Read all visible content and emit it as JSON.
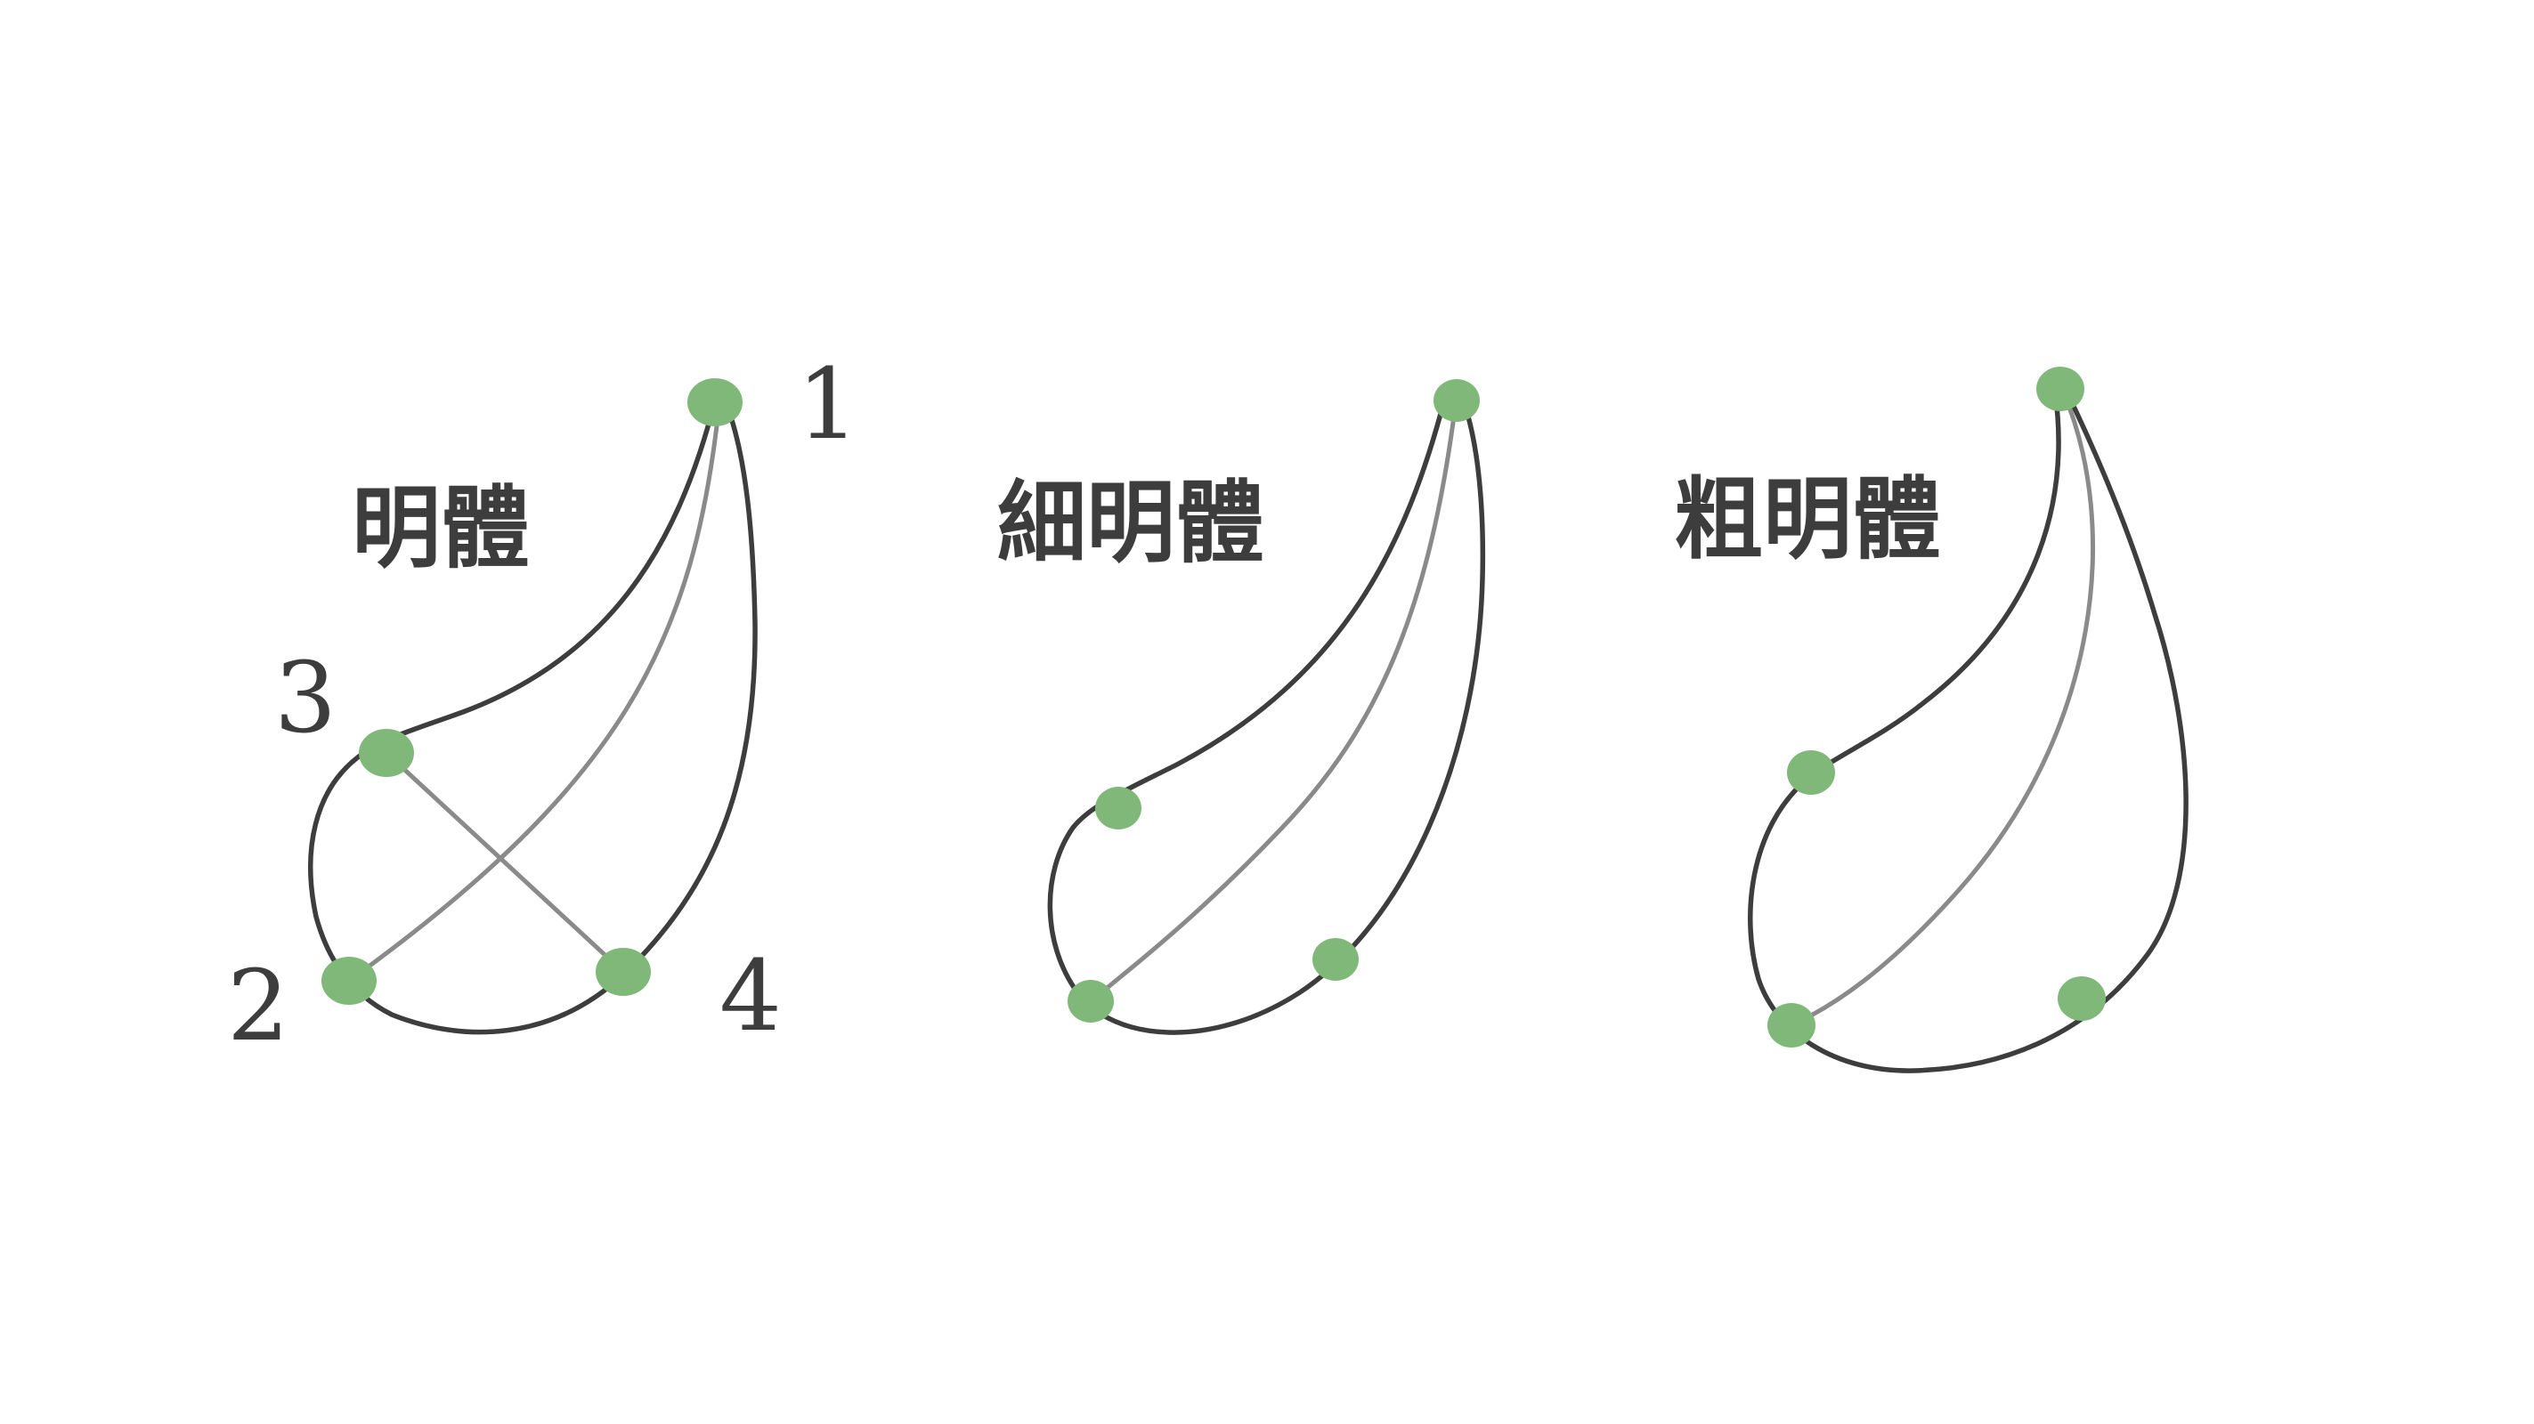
{
  "colors": {
    "outline": "#3d3d3d",
    "guide": "#8a8a8a",
    "point": "#80b87a",
    "text": "#3d3d3d",
    "background": "#ffffff"
  },
  "shapes": [
    {
      "id": "regular",
      "title": "明體",
      "point_labels": [
        "1",
        "2",
        "3",
        "4"
      ]
    },
    {
      "id": "thin",
      "title": "細明體"
    },
    {
      "id": "bold",
      "title": "粗明體"
    }
  ]
}
